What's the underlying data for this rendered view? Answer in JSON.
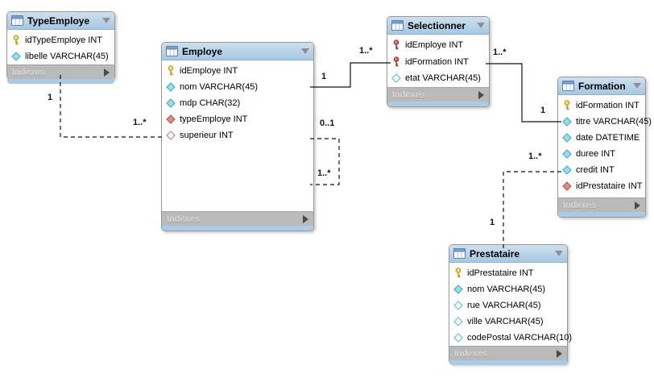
{
  "diagram": {
    "kind": "eer-database-diagram",
    "colors": {
      "table_header_blue": "#a6c7e2",
      "table_footer_blue": "#a9cbe5",
      "indexes_bar_gray": "#bababa",
      "table_border": "#979797",
      "connector_line": "#111111",
      "pk_key_yellow": "#f7d64a",
      "pk_fk_key_red": "#e2564a",
      "notnull_diamond_cyan": "#9addeb",
      "fk_diamond_red": "#de8d84"
    },
    "tables": [
      {
        "title": "TypeEmploye",
        "indexes_label": "Indexes",
        "columns": [
          {
            "icon": "primary-key-icon",
            "text": "idTypeEmploye INT"
          },
          {
            "icon": "column-notnull-icon",
            "text": "libelle VARCHAR(45)"
          }
        ]
      },
      {
        "title": "Employe",
        "indexes_label": "Indexes",
        "columns": [
          {
            "icon": "primary-key-icon",
            "text": "idEmploye INT"
          },
          {
            "icon": "column-notnull-icon",
            "text": "nom VARCHAR(45)"
          },
          {
            "icon": "column-notnull-icon",
            "text": "mdp CHAR(32)"
          },
          {
            "icon": "fk-notnull-icon",
            "text": "typeEmploye INT"
          },
          {
            "icon": "fk-nullable-icon",
            "text": "superieur INT"
          }
        ]
      },
      {
        "title": "Selectionner",
        "indexes_label": "Indexes",
        "columns": [
          {
            "icon": "foreign-primary-key-icon",
            "text": "idEmploye INT"
          },
          {
            "icon": "foreign-primary-key-icon",
            "text": "idFormation INT"
          },
          {
            "icon": "column-nullable-icon",
            "text": "etat VARCHAR(45)"
          }
        ]
      },
      {
        "title": "Formation",
        "indexes_label": "Indexes",
        "columns": [
          {
            "icon": "primary-key-icon",
            "text": "idFormation INT"
          },
          {
            "icon": "column-notnull-icon",
            "text": "titre VARCHAR(45)"
          },
          {
            "icon": "column-notnull-icon",
            "text": "date DATETIME"
          },
          {
            "icon": "column-notnull-icon",
            "text": "duree INT"
          },
          {
            "icon": "column-notnull-icon",
            "text": "credit INT"
          },
          {
            "icon": "fk-notnull-icon",
            "text": "idPrestataire INT"
          }
        ]
      },
      {
        "title": "Prestataire",
        "indexes_label": "Indexes",
        "columns": [
          {
            "icon": "primary-key-icon",
            "text": "idPrestataire INT"
          },
          {
            "icon": "column-notnull-icon",
            "text": "nom VARCHAR(45)"
          },
          {
            "icon": "column-nullable-icon",
            "text": "rue VARCHAR(45)"
          },
          {
            "icon": "column-nullable-icon",
            "text": "ville VARCHAR(45)"
          },
          {
            "icon": "column-nullable-icon",
            "text": "codePostal VARCHAR(10)"
          }
        ]
      }
    ],
    "relationships": [
      {
        "from_table": "TypeEmploye",
        "to_table": "Employe",
        "line": "dashed",
        "card_from": "1",
        "card_to": "1..*"
      },
      {
        "from_table": "Employe",
        "to_table": "Selectionner",
        "line": "solid",
        "card_from": "1",
        "card_to": "1..*"
      },
      {
        "from_table": "Selectionner",
        "to_table": "Formation",
        "line": "solid",
        "card_from": "1..*",
        "card_to": "1"
      },
      {
        "from_table": "Employe",
        "to_table": "Employe",
        "line": "dashed",
        "card_from": "0..1",
        "card_to": "1..*"
      },
      {
        "from_table": "Prestataire",
        "to_table": "Formation",
        "line": "dashed",
        "card_from": "1",
        "card_to": "1..*"
      }
    ]
  }
}
